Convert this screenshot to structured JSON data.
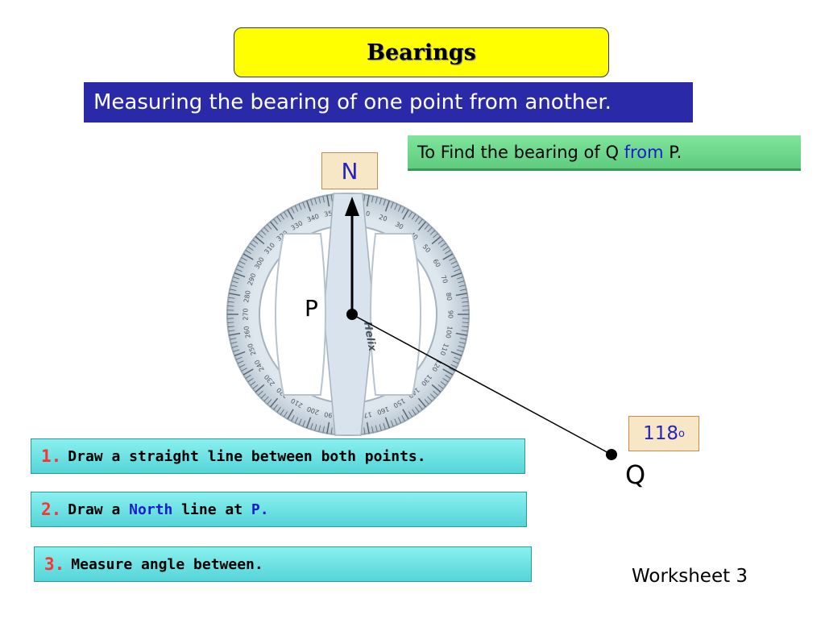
{
  "title": "Bearings",
  "subtitle": "Measuring the bearing of one point from another.",
  "find": {
    "prefix": "To Find the bearing of Q ",
    "from_word": "from",
    "suffix": " P."
  },
  "north_label": "N",
  "angle": {
    "value": "118",
    "unit_sup": "o"
  },
  "point_p": "P",
  "point_q": "Q",
  "steps": [
    {
      "num": "1.",
      "parts": [
        "Draw a straight line between both points."
      ]
    },
    {
      "num": "2.",
      "parts": [
        "Draw a ",
        "North",
        " line at ",
        "P."
      ]
    },
    {
      "num": "3.",
      "parts": [
        "Measure angle between."
      ]
    }
  ],
  "protractor": {
    "brand": "Helix",
    "scale_max": 360,
    "major_tick": 10
  },
  "worksheet": "Worksheet 3",
  "colors": {
    "title_bg": "#ffff00",
    "subtitle_bg": "#2a2aa8",
    "find_bg": "#6fd88a",
    "step_bg": "#6ee2e4",
    "step_number": "#ff3030",
    "highlight_blue": "#1a1ad0"
  }
}
